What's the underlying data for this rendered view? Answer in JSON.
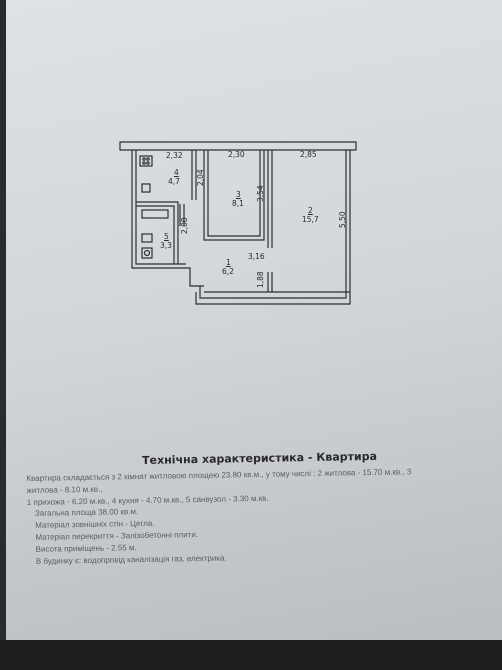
{
  "plan": {
    "dims": {
      "top_left": "2,32",
      "top_mid": "2,30",
      "top_right": "2,85",
      "wall_204": "2,04",
      "wall_354": "3,54",
      "wall_550": "5,50",
      "wall_208": "2,08",
      "wall_316": "3,16",
      "wall_188": "1,88"
    },
    "rooms": [
      {
        "num": "4",
        "area": "4,7"
      },
      {
        "num": "3",
        "area": "8,1"
      },
      {
        "num": "2",
        "area": "15,7"
      },
      {
        "num": "5",
        "area": "3,3"
      },
      {
        "num": "1",
        "area": "6,2"
      }
    ]
  },
  "spec": {
    "title": "Технічна характеристика - Квартира",
    "lines": [
      "Квартира складається з 2 кімнат житловою площею 23.80 кв.м., у тому числі : 2 житлова - 15.70 м.кв., 3",
      "житлова - 8.10 м.кв.,",
      "1 прихожа - 6.20 м.кв., 4 кухня - 4.70 м.кв., 5 санвузол - 3.30 м.кв.",
      "Загальна площа 38.00 кв.м.",
      "Матеріал зовнішніх стін - Цегла.",
      "Матеріал перекриття - Залізобетонні плити.",
      "Висота приміщень - 2.55 м.",
      "В будинку є: водопровід каналізація газ, електрика."
    ]
  }
}
